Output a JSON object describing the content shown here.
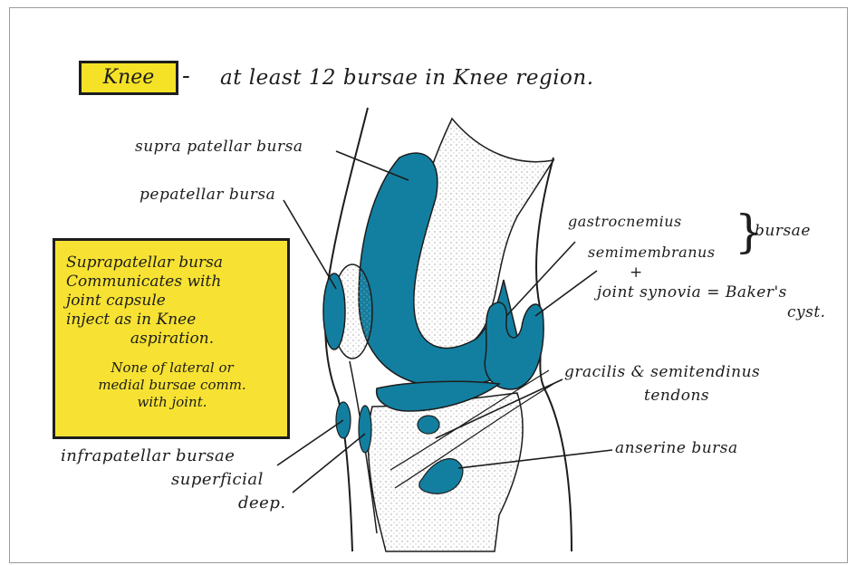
{
  "title": {
    "box_label": "Knee",
    "dash": "-",
    "subtitle": "at least 12 bursae in Knee region."
  },
  "labels": {
    "suprapatellar": "supra patellar bursa",
    "prepatellar": "pepatellar bursa",
    "gastrocnemius": "gastrocnemius",
    "semimembranus": "semimembranus",
    "bursae": "bursae",
    "plus": "+",
    "joint_synovia": "joint synovia = Baker's",
    "cyst": "cyst.",
    "gracilis": "gracilis & semitendinus",
    "tendons": "tendons",
    "anserine": "anserine bursa",
    "infrapatellar": "infrapatellar bursae",
    "superficial": "superficial",
    "deep": "deep."
  },
  "note": {
    "lines": [
      "Suprapatellar bursa",
      "Communicates with",
      "joint capsule",
      "inject as in Knee",
      "aspiration."
    ],
    "lines2": [
      "None of lateral or",
      "medial bursae comm.",
      "with joint."
    ]
  },
  "colors": {
    "bursa": "#137fa0",
    "highlight": "#f5e226",
    "ink": "#1d1d1d",
    "bone_stipple": "#c4c4c4"
  }
}
